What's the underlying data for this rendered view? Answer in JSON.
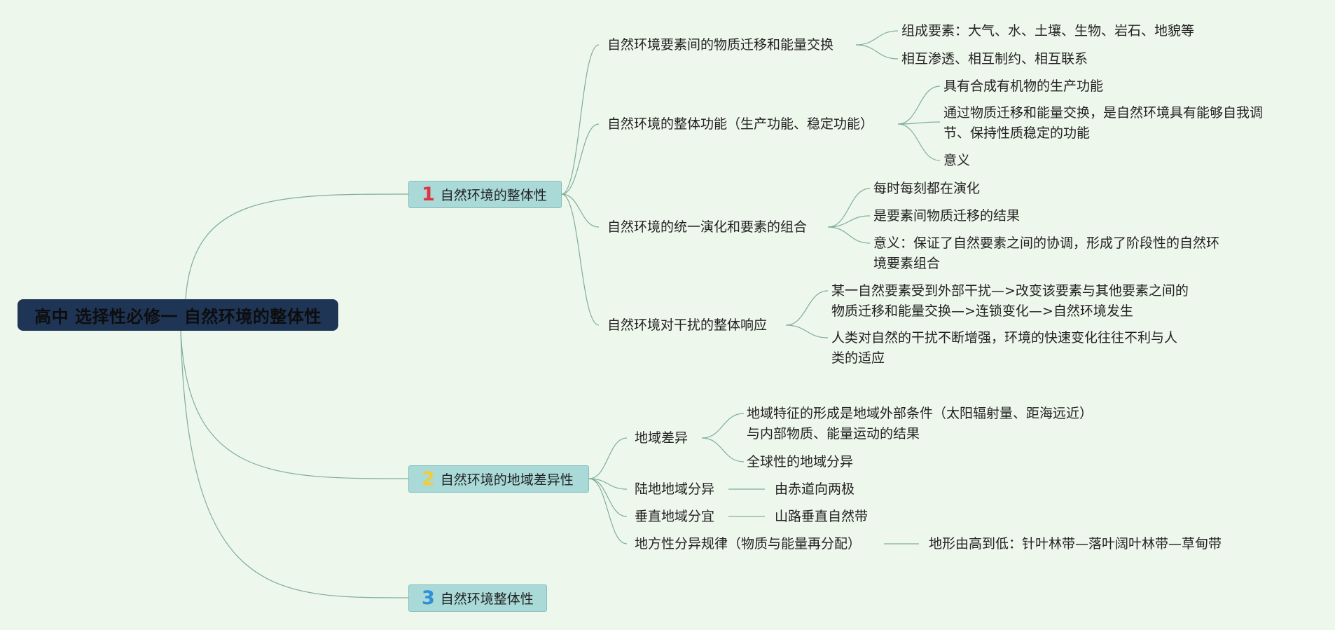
{
  "root": {
    "title": "高中 选择性必修一 自然环境的整体性"
  },
  "branches": [
    {
      "number": "1",
      "number_color": "#e0353f",
      "label": "自然环境的整体性",
      "topics": [
        {
          "label": "自然环境要素间的物质迁移和能量交换",
          "details": [
            "组成要素：大气、水、土壤、生物、岩石、地貌等",
            "相互渗透、相互制约、相互联系"
          ]
        },
        {
          "label": "自然环境的整体功能（生产功能、稳定功能）",
          "details": [
            "具有合成有机物的生产功能",
            "通过物质迁移和能量交换，是自然环境具有能够自我调节、保持性质稳定的功能",
            "意义"
          ]
        },
        {
          "label": "自然环境的统一演化和要素的组合",
          "details": [
            "每时每刻都在演化",
            "是要素间物质迁移的结果",
            "意义：保证了自然要素之间的协调，形成了阶段性的自然环境要素组合"
          ]
        },
        {
          "label": "自然环境对干扰的整体响应",
          "details": [
            "某一自然要素受到外部干扰—>改变该要素与其他要素之间的物质迁移和能量交换—>连锁变化—>自然环境发生",
            "人类对自然的干扰不断增强，环境的快速变化往往不利与人类的适应"
          ]
        }
      ]
    },
    {
      "number": "2",
      "number_color": "#f2cc3c",
      "label": "自然环境的地域差异性",
      "topics": [
        {
          "label": "地域差异",
          "details": [
            "地域特征的形成是地域外部条件（太阳辐射量、距海远近）与内部物质、能量运动的结果",
            "全球性的地域分异"
          ]
        },
        {
          "label": "陆地地域分异",
          "details": [
            "由赤道向两极"
          ]
        },
        {
          "label": "垂直地域分宜",
          "details": [
            "山路垂直自然带"
          ]
        },
        {
          "label": "地方性分异规律（物质与能量再分配）",
          "details": [
            "地形由高到低：针叶林带—落叶阔叶林带—草甸带"
          ]
        }
      ]
    },
    {
      "number": "3",
      "number_color": "#2f8fd8",
      "label": "自然环境整体性",
      "topics": []
    }
  ],
  "colors": {
    "background": "#eef7ec",
    "root_fill": "#1f3556",
    "branch_fill": "#a9dad8",
    "connector": "#7fae9a"
  }
}
